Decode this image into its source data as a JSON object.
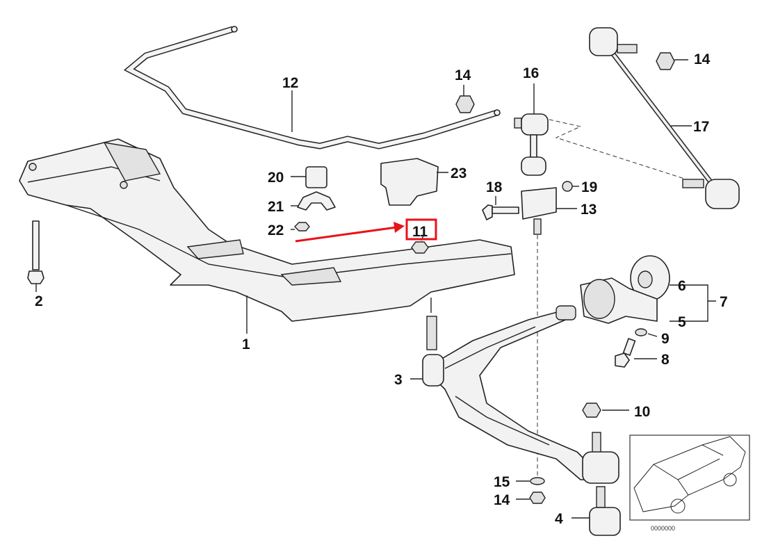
{
  "diagram": {
    "callouts": {
      "c1": "1",
      "c2": "2",
      "c3": "3",
      "c4": "4",
      "c5": "5",
      "c6": "6",
      "c7": "7",
      "c8": "8",
      "c9": "9",
      "c10": "10",
      "c11": "11",
      "c12": "12",
      "c13": "13",
      "c14a": "14",
      "c14b": "14",
      "c14c": "14",
      "c15": "15",
      "c16": "16",
      "c17": "17",
      "c18": "18",
      "c19": "19",
      "c20": "20",
      "c21": "21",
      "c22": "22",
      "c23": "23"
    },
    "highlighted_part": "11",
    "highlight_color": "#e8121a",
    "thumbnail_code": "0000000"
  }
}
